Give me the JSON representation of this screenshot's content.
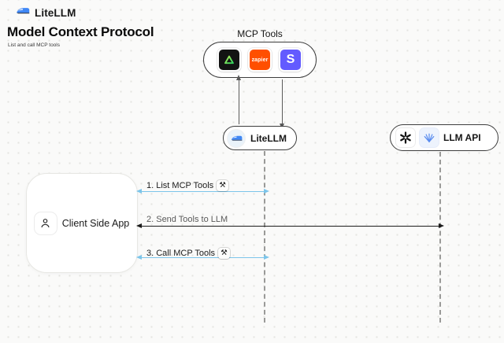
{
  "header": {
    "brand": "LiteLLM",
    "title": "Model Context Protocol",
    "subtitle": "List and call MCP tools"
  },
  "mcp": {
    "label": "MCP Tools",
    "tools": [
      {
        "icon": "green-triangle-icon"
      },
      {
        "icon": "zapier-icon",
        "text": "zapier"
      },
      {
        "icon": "stripe-icon",
        "text": "S"
      }
    ]
  },
  "nodes": {
    "litellm": {
      "label": "LiteLLM",
      "icon": "litellm-train-icon"
    },
    "llm_api": {
      "label": "LLM API",
      "icons": [
        "openai-icon",
        "blue-model-icon"
      ]
    },
    "client": {
      "label": "Client Side App",
      "icon": "person-icon"
    }
  },
  "sequence": {
    "step1": {
      "label": "1. List MCP Tools",
      "tool_icon": "⚒",
      "arrow_color": "#7cc5ea"
    },
    "step2": {
      "label": "2. Send Tools to LLM",
      "arrow_color": "#1c1c1c"
    },
    "step3": {
      "label": "3. Call MCP Tools",
      "tool_icon": "⚒",
      "arrow_color": "#7cc5ea"
    }
  },
  "colors": {
    "background": "#fafaf9",
    "node_border": "#3d3d3d",
    "cyan_arrow": "#7cc5ea",
    "black_arrow": "#1c1c1c",
    "zapier_orange": "#ff4f00",
    "stripe_purple": "#635bff",
    "composio_black": "#131313",
    "composio_green": "#3ddc68"
  }
}
